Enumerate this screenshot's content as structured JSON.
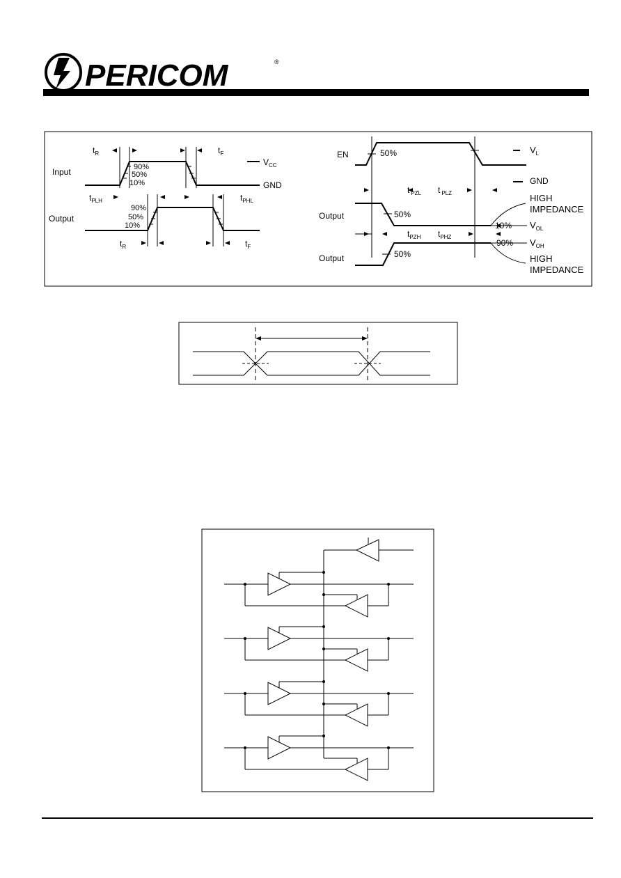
{
  "header": {
    "brand": "PERICOM",
    "registered": "®"
  },
  "timing_diagram_1": {
    "input_label": "Input",
    "output_label": "Output",
    "pct_90": "90%",
    "pct_50": "50%",
    "pct_10": "10%",
    "t": "t",
    "sub_r": "R",
    "sub_f": "F",
    "sub_plh": "PLH",
    "sub_phl": "PHL",
    "vcc": "V",
    "vcc_sub": "CC",
    "gnd": "GND"
  },
  "timing_diagram_2": {
    "en_label": "EN",
    "pct_50": "50%",
    "pct_10": "10%",
    "pct_90": "90%",
    "output_label": "Output",
    "t": "t",
    "sub_pzl": "PZL",
    "sub_plz": "PLZ",
    "sub_pzh": "PZH",
    "sub_phz": "PHZ",
    "vl": "V",
    "vl_sub": "L",
    "gnd": "GND",
    "vol": "V",
    "vol_sub": "OL",
    "voh": "V",
    "voh_sub": "OH",
    "high": "HIGH",
    "impedance": "IMPEDANCE"
  }
}
